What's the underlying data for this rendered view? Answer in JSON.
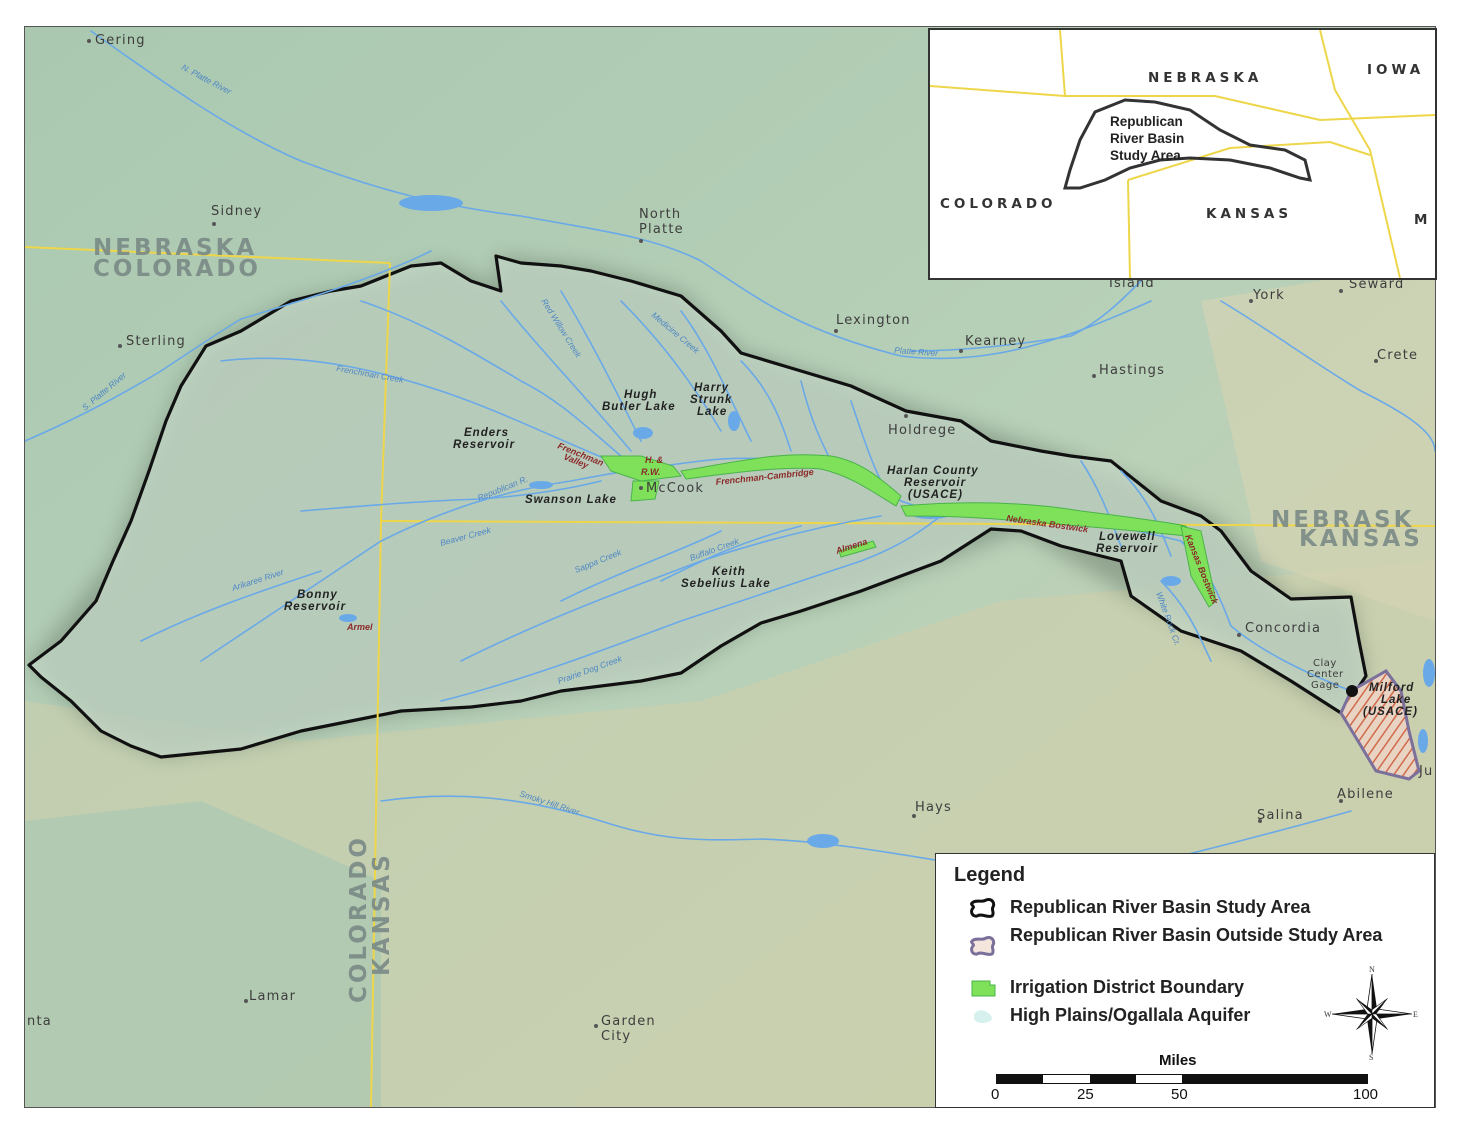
{
  "map": {
    "cities": {
      "gering": "Gering",
      "sidney": "Sidney",
      "north_platte": [
        "North",
        "Platte"
      ],
      "sterling": "Sterling",
      "lexington": "Lexington",
      "kearney": "Kearney",
      "hastings": "Hastings",
      "york": "York",
      "seward": "Seward",
      "crete": "Crete",
      "island": "Island",
      "holdrege": "Holdrege",
      "mccook": "McCook",
      "concordia": "Concordia",
      "clay_center_gage": [
        "Clay",
        "Center",
        "Gage"
      ],
      "hays": "Hays",
      "salina": "Salina",
      "abilene": "Abilene",
      "lamar": "Lamar",
      "garden_city": [
        "Garden",
        "City"
      ],
      "nta": "nta",
      "ju": "Ju"
    },
    "features": {
      "hugh_butler": [
        "Hugh",
        "Butler Lake"
      ],
      "harry_strunk": [
        "Harry",
        "Strunk",
        "Lake"
      ],
      "enders": [
        "Enders",
        "Reservoir"
      ],
      "swanson": "Swanson Lake",
      "harlan_county": [
        "Harlan County",
        "Reservoir",
        "(USACE)"
      ],
      "lovewell": [
        "Lovewell",
        "Reservoir"
      ],
      "keith_sebelius": [
        "Keith",
        "Sebelius Lake"
      ],
      "bonny": [
        "Bonny",
        "Reservoir"
      ],
      "milford": [
        "Milford",
        "Lake",
        "(USACE)"
      ]
    },
    "irrigation_districts": {
      "frenchman_valley": [
        "Frenchman",
        "Valley"
      ],
      "hrw": [
        "H. &",
        "R.W."
      ],
      "frenchman_cambridge": "Frenchman-Cambridge",
      "nebraska_bostwick": "Nebraska Bostwick",
      "kansas_bostwick": "Kansas Bostwick",
      "almena": "Almena",
      "armel": "Armel"
    },
    "rivers": {
      "n_platte": "N. Platte River",
      "s_platte": "S. Platte River",
      "platte": "Platte River",
      "republican": "Republican R.",
      "smoky_hill": "Smoky Hill River",
      "prairie_dog": "Prairie Dog Creek",
      "frenchman_creek": "Frenchman Creek",
      "arikaree": "Arikaree River",
      "red_willow": "Red Willow Creek",
      "medicine": "Medicine Creek",
      "beaver": "Beaver Creek",
      "sappa": "Sappa Creek",
      "white_rock": "White Rock Cr.",
      "buffalo": "Buffalo Creek"
    },
    "states": {
      "nebraska_w": "NEBRASKA",
      "colorado_n": "COLORADO",
      "colorado_v": "COLORADO",
      "kansas_v": "KANSAS",
      "nebraska_e": "NEBRASK",
      "kansas_e": "KANSAS"
    }
  },
  "inset": {
    "nebraska": "NEBRASKA",
    "iowa": "IOWA",
    "colorado": "COLORADO",
    "kansas": "KANSAS",
    "missouri": "M",
    "study_area_label": [
      "Republican",
      "River Basin",
      "Study Area"
    ]
  },
  "legend": {
    "title": "Legend",
    "items": [
      {
        "label": "Republican River Basin Study Area",
        "icon": "black-outline-polygon-icon",
        "color": "#111111"
      },
      {
        "label": "Republican River Basin Outside Study Area",
        "icon": "purple-outline-polygon-icon",
        "color": "#7b6f9c"
      },
      {
        "label": "Irrigation District Boundary",
        "icon": "green-fill-polygon-icon",
        "color": "#7fe05a"
      },
      {
        "label": "High Plains/Ogallala Aquifer",
        "icon": "light-cyan-fill-icon",
        "color": "#d6f0ee"
      }
    ],
    "compass": {
      "n": "N",
      "s": "S",
      "e": "E",
      "w": "W"
    },
    "scale": {
      "title": "Miles",
      "ticks": [
        "0",
        "25",
        "50",
        "100"
      ]
    }
  },
  "colors": {
    "water": "#6aa9e8",
    "basin_outline": "#111111",
    "irrigation": "#7fe05a",
    "state_boundary": "#f0d64a",
    "terrain_green": "#b4cfb6",
    "terrain_tan": "#d8d2b0"
  }
}
